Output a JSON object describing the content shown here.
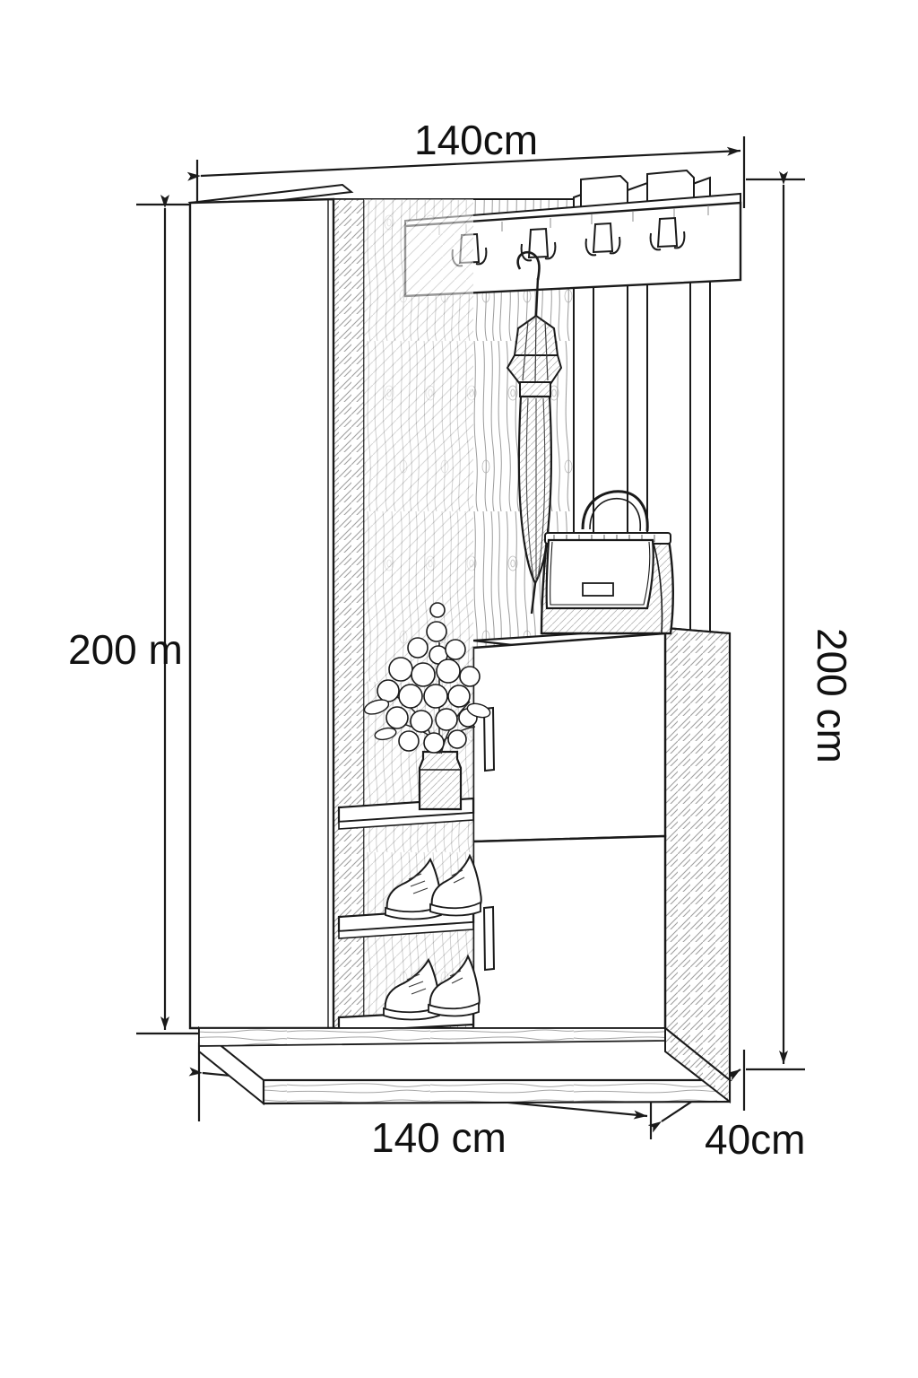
{
  "drawing": {
    "title": "Hallway wardrobe set technical dimension drawing",
    "background_color": "#ffffff",
    "line_color": "#1a1a1a",
    "grain_color": "#7a7a7a",
    "text_color": "#111111"
  },
  "dimensions": {
    "top_width": {
      "label": "140cm",
      "value": 140,
      "unit": "cm",
      "orientation": "horizontal",
      "position": "top"
    },
    "left_height": {
      "label": "200 m",
      "value": 200,
      "unit": "m",
      "orientation": "horizontal-text",
      "position": "left"
    },
    "right_height": {
      "label": "200 cm",
      "value": 200,
      "unit": "cm",
      "orientation": "vertical-rotated",
      "position": "right"
    },
    "bottom_width": {
      "label": "140 cm",
      "value": 140,
      "unit": "cm",
      "orientation": "horizontal",
      "position": "bottom-left"
    },
    "bottom_depth": {
      "label": "40cm",
      "value": 40,
      "unit": "cm",
      "orientation": "diagonal",
      "position": "bottom-right"
    }
  },
  "furniture": {
    "name": "hallway-wardrobe-unit",
    "parts": [
      {
        "name": "wardrobe-door-left",
        "label": "Left wardrobe door"
      },
      {
        "name": "back-panel-wood",
        "label": "Wood grain back panel"
      },
      {
        "name": "coat-rack-rail",
        "label": "Coat rack rail"
      },
      {
        "name": "coat-hook",
        "label": "Coat hook",
        "count": 4
      },
      {
        "name": "shoe-cabinet-door-upper",
        "label": "Upper shoe cabinet door"
      },
      {
        "name": "shoe-cabinet-door-lower",
        "label": "Lower shoe cabinet door"
      },
      {
        "name": "cabinet-handle",
        "label": "Cabinet bar handle",
        "count": 2
      },
      {
        "name": "open-shelf",
        "label": "Open shelf",
        "count": 3
      },
      {
        "name": "base-plinth",
        "label": "Base plinth"
      },
      {
        "name": "vertical-back-slat",
        "label": "Vertical back slat",
        "count": 3
      }
    ],
    "accessories": [
      {
        "name": "umbrella",
        "label": "Closed umbrella hanging on hook"
      },
      {
        "name": "handbag",
        "label": "Handbag on cabinet top"
      },
      {
        "name": "flower-vase",
        "label": "Vase with flowers on shelf"
      },
      {
        "name": "sneakers-upper",
        "label": "Pair of sneakers on upper shelf"
      },
      {
        "name": "sneakers-lower",
        "label": "Pair of sneakers on lower shelf"
      }
    ]
  }
}
